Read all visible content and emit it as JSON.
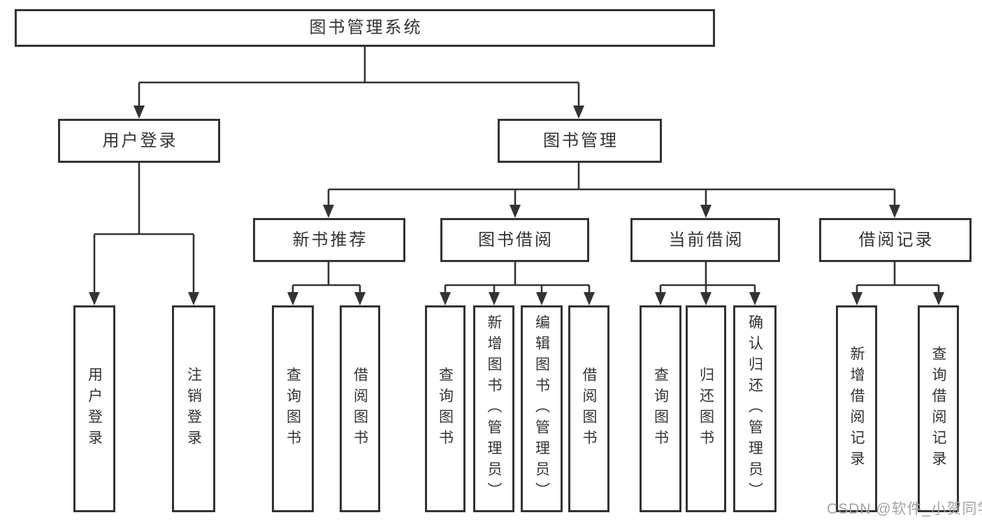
{
  "tree": {
    "label": "图书管理系统",
    "children": [
      {
        "label": "用户登录",
        "children": [
          {
            "label": "用户登录"
          },
          {
            "label": "注销登录"
          }
        ]
      },
      {
        "label": "图书管理",
        "children": [
          {
            "label": "新书推荐",
            "children": [
              {
                "label": "查询图书"
              },
              {
                "label": "借阅图书"
              }
            ]
          },
          {
            "label": "图书借阅",
            "children": [
              {
                "label": "查询图书"
              },
              {
                "label": "新增图书（管理员）"
              },
              {
                "label": "编辑图书（管理员）"
              },
              {
                "label": "借阅图书"
              }
            ]
          },
          {
            "label": "当前借阅",
            "children": [
              {
                "label": "查询图书"
              },
              {
                "label": "归还图书"
              },
              {
                "label": "确认归还（管理员）"
              }
            ]
          },
          {
            "label": "借阅记录",
            "children": [
              {
                "label": "新增借阅记录"
              },
              {
                "label": "查询借阅记录"
              }
            ]
          }
        ]
      }
    ]
  },
  "watermark": "CSDN @软件_小贺同学",
  "colors": {
    "border": "#333333",
    "text": "#333333",
    "line": "#333333",
    "watermark": "#a3a3a3",
    "background": "#ffffff"
  }
}
